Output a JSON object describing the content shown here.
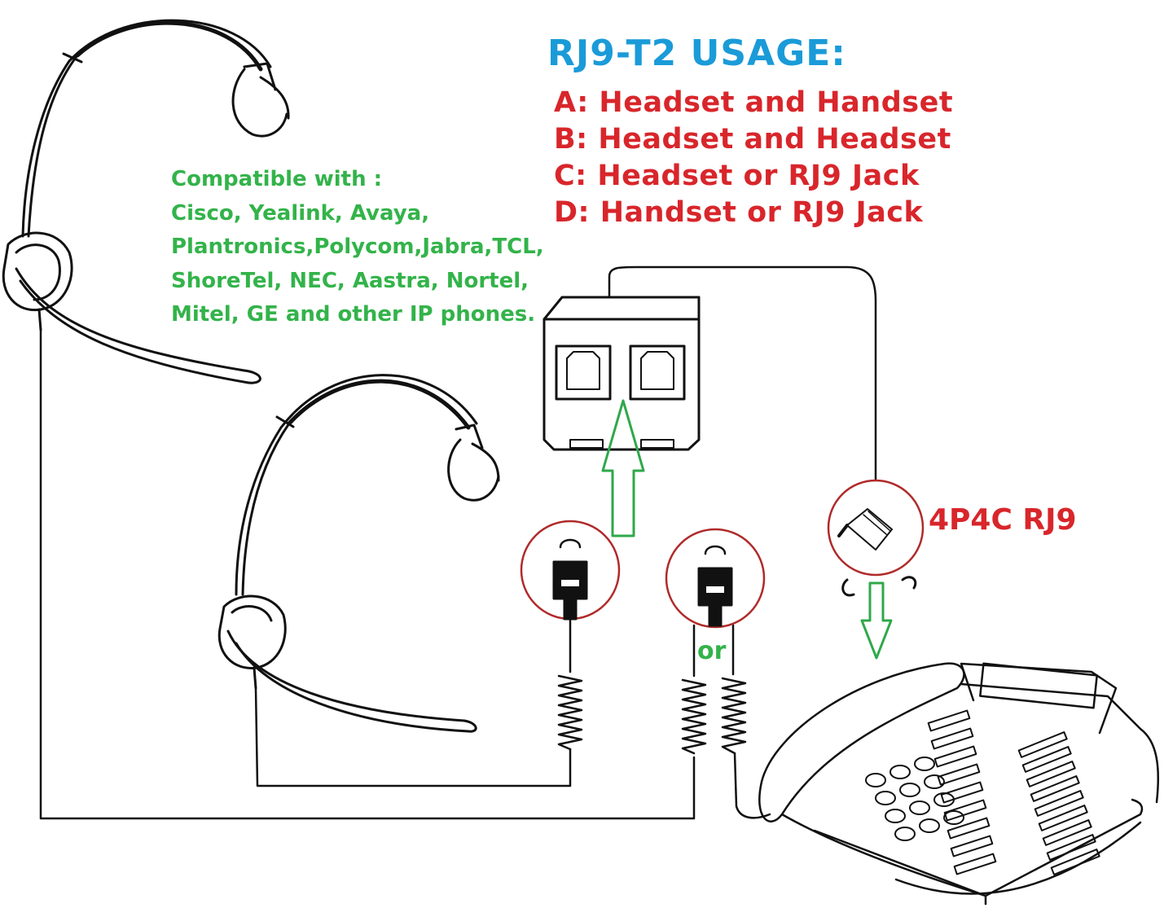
{
  "title": "RJ9-T2 USAGE:",
  "usage": [
    "A: Headset and Handset",
    "B: Headset and Headset",
    "C: Headset or RJ9 Jack",
    "D: Handset or RJ9 Jack"
  ],
  "compatible": {
    "heading": "Compatible with :",
    "lines": [
      "Cisco, Yealink, Avaya,",
      "Plantronics,Polycom,Jabra,TCL,",
      "ShoreTel, NEC, Aastra, Nortel,",
      "Mitel, GE and other IP phones."
    ]
  },
  "connector_label": "4P4C RJ9",
  "or_label": "or",
  "colors": {
    "title": "#1a9bd8",
    "usage": "#d8262b",
    "compatible": "#33b34a",
    "arrow": "#2fa84a",
    "circle": "#b02a2a"
  },
  "icons": [
    "headset-icon",
    "handset-icon",
    "rj9-jack-icon",
    "splitter-icon",
    "desk-phone-icon",
    "arrow-up-icon",
    "arrow-down-icon"
  ]
}
